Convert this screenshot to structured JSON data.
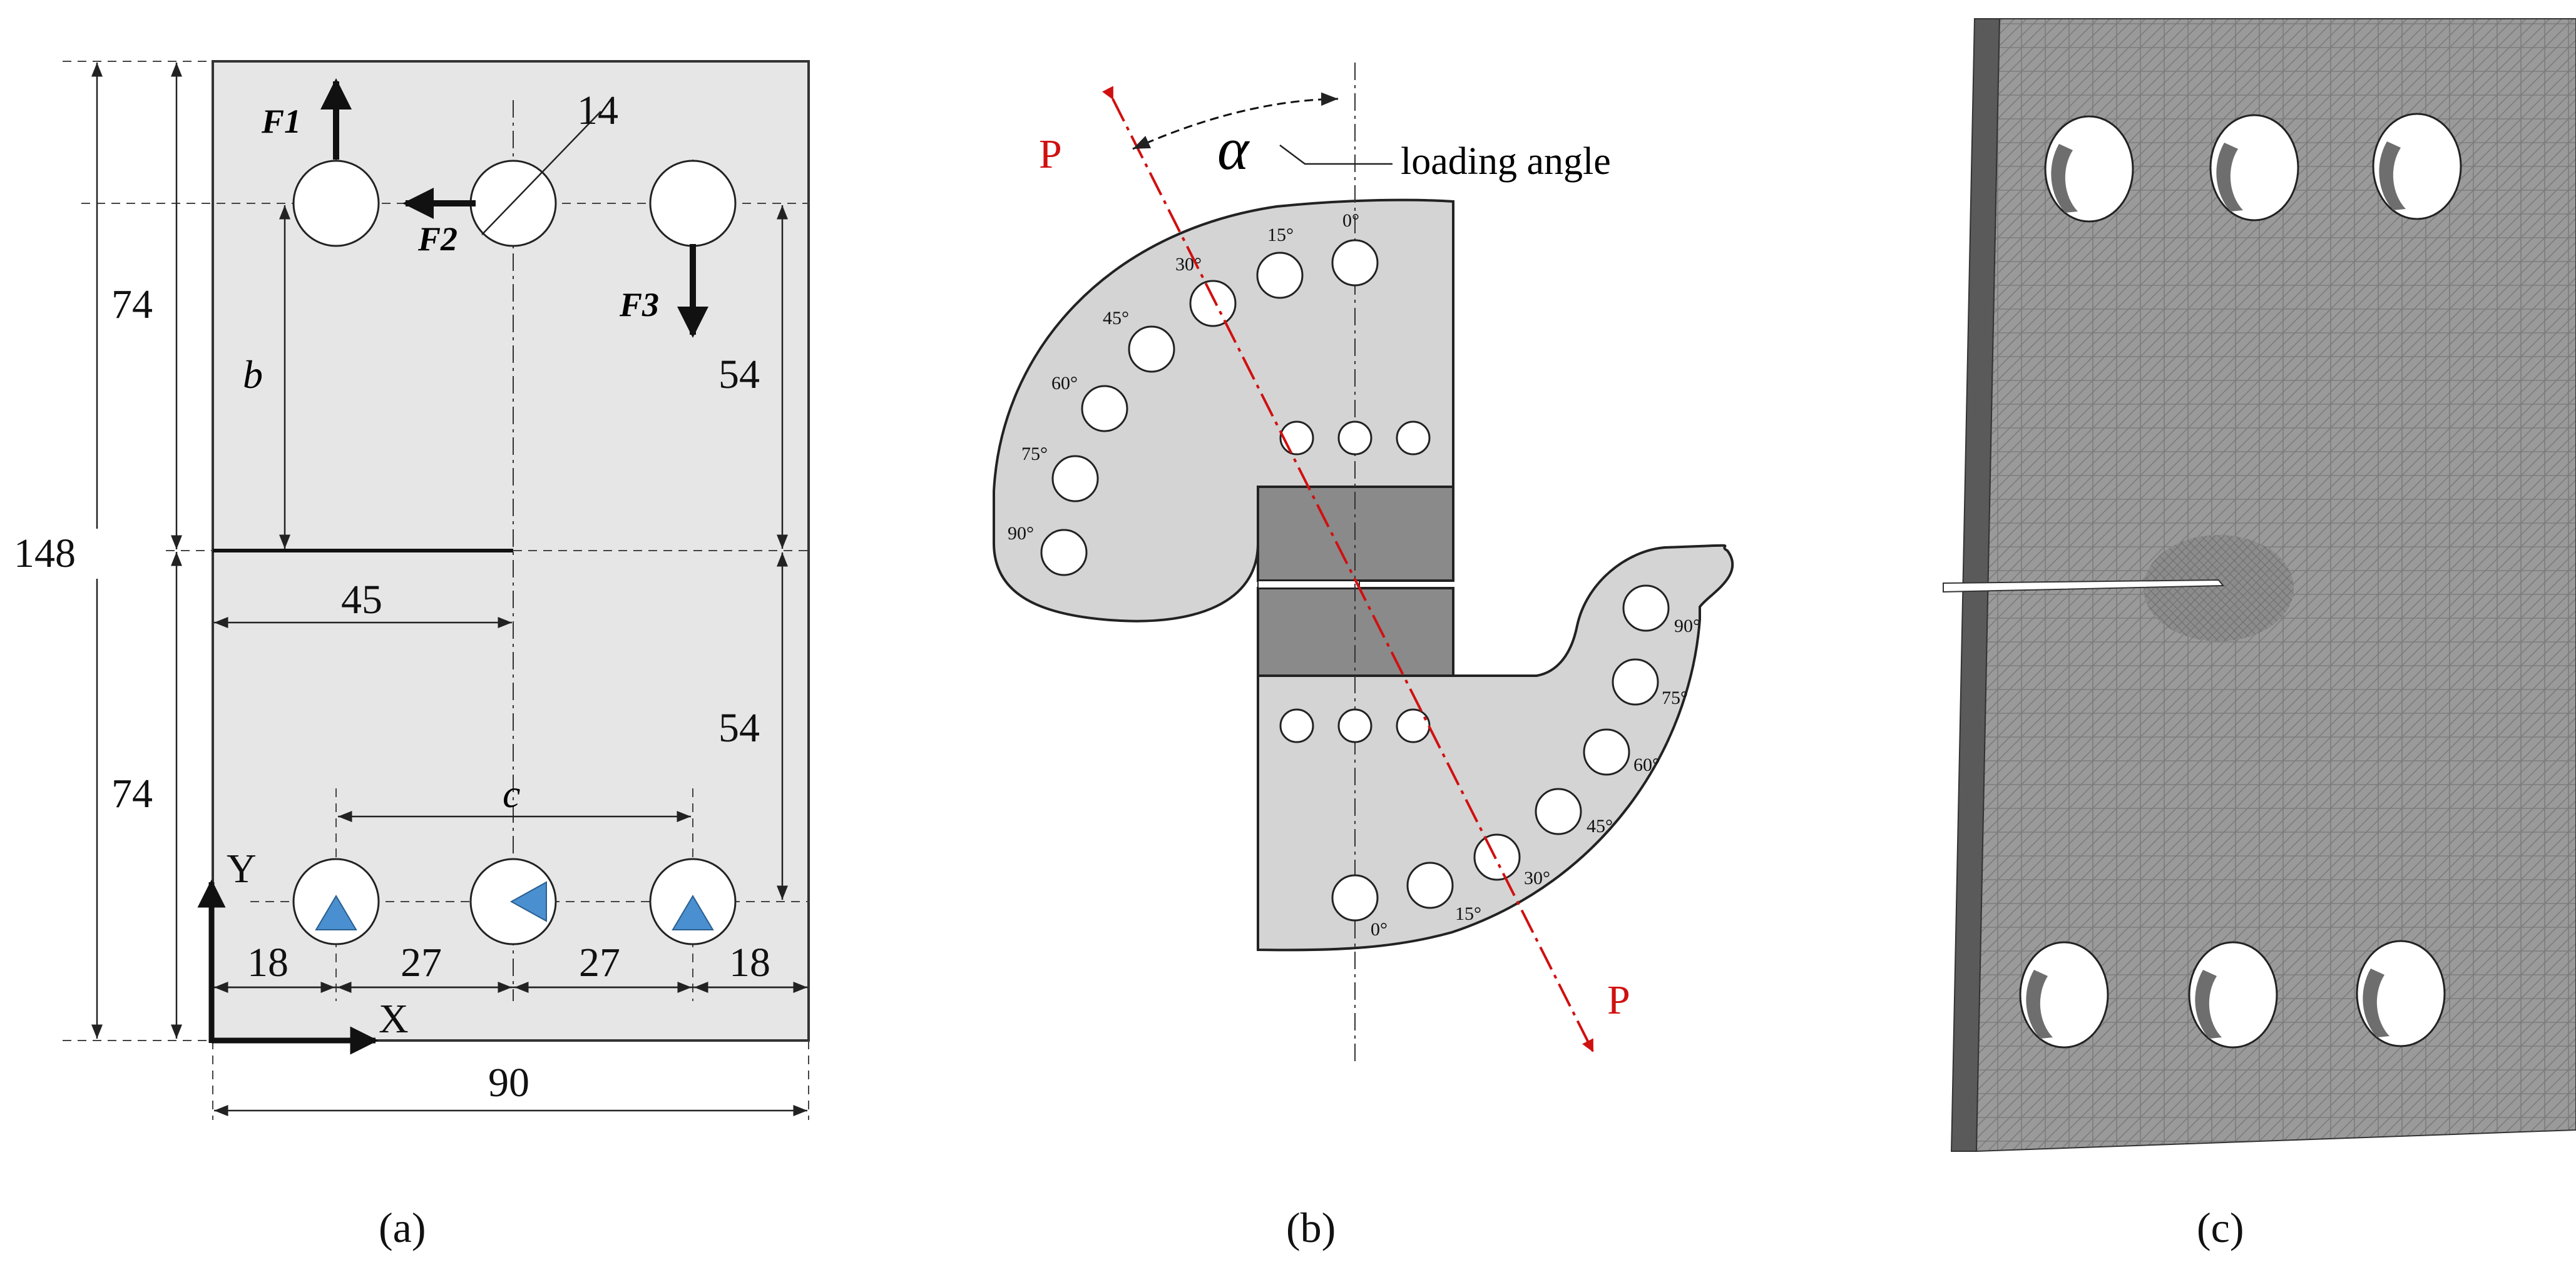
{
  "panel_a": {
    "dims": {
      "d148": "148",
      "d74_top": "74",
      "d74_bot": "74",
      "d54_top": "54",
      "d54_bot": "54",
      "d45": "45",
      "d14": "14",
      "d90": "90",
      "d18_left": "18",
      "d27_left": "27",
      "d27_right": "27",
      "d18_right": "18"
    },
    "vars": {
      "b": "b",
      "c": "c"
    },
    "forces": {
      "f1": "F1",
      "f2": "F2",
      "f3": "F3"
    },
    "axes": {
      "x": "X",
      "y": "Y"
    },
    "caption": "(a)"
  },
  "panel_b": {
    "load_label_top": "P",
    "load_label_bottom": "P",
    "angle_symbol": "α",
    "angle_label": "loading angle",
    "upper_angles": [
      "0°",
      "15°",
      "30°",
      "45°",
      "60°",
      "75°",
      "90°"
    ],
    "lower_angles": [
      "0°",
      "15°",
      "30°",
      "45°",
      "60°",
      "75°",
      "90°"
    ],
    "caption": "(b)"
  },
  "panel_c": {
    "caption": "(c)"
  },
  "colors": {
    "plate": "#e6e6e6",
    "fixture": "#d4d4d4",
    "specimen": "#8a8a8a",
    "load": "#d01010",
    "support": "#4a8fd0",
    "mesh": "#8e8e8e"
  }
}
